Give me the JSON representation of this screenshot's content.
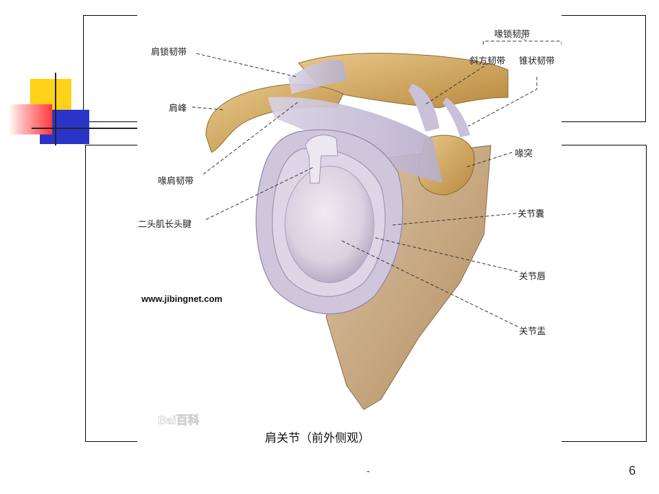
{
  "slide": {
    "page_number": "6",
    "footer_mark": "-"
  },
  "figure": {
    "caption": "肩关节（前外侧观）",
    "watermark_url": "www.jibingnet.com",
    "watermark_logo": "Bai百科",
    "labels": {
      "coracoclavicular": "喙锁韧带",
      "acromioclavicular": "肩锁韧带",
      "trapezoid": "斜方韧带",
      "conoid": "锥状韧带",
      "acromion": "肩峰",
      "coracoacromial": "喙肩韧带",
      "coracoid": "喙突",
      "biceps_tendon": "肱二头肌长头腱",
      "capsule": "关节囊",
      "labrum": "关节唇",
      "glenoid": "关节盂"
    }
  }
}
